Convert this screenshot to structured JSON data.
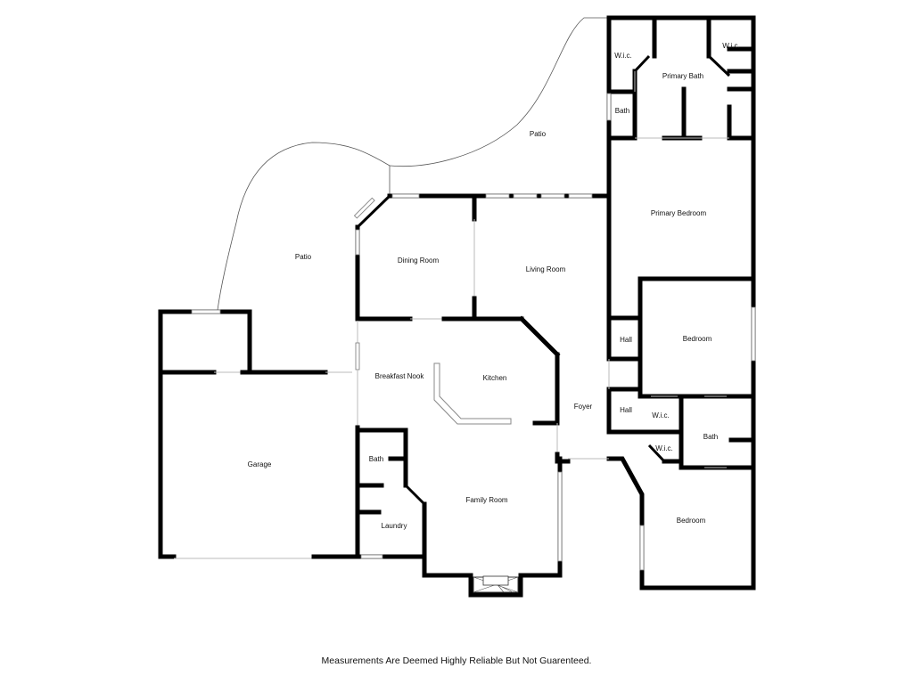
{
  "rooms": {
    "wic_left": "W.i.c.",
    "wic_right": "W.i.c.",
    "primary_bath": "Primary Bath",
    "bath_primary": "Bath",
    "patio_top": "Patio",
    "primary_bedroom": "Primary Bedroom",
    "dining_room": "Dining Room",
    "living_room": "Living Room",
    "patio_left": "Patio",
    "hall_upper": "Hall",
    "bedroom_upper": "Bedroom",
    "breakfast_nook": "Breakfast Nook",
    "kitchen": "Kitchen",
    "foyer": "Foyer",
    "hall_lower": "Hall",
    "wic_bedroom_upper": "W.i.c.",
    "bath_bedrooms": "Bath",
    "wic_bedroom_lower": "W.i.c.",
    "garage": "Garage",
    "bath_laundry": "Bath",
    "family_room": "Family Room",
    "laundry": "Laundry",
    "bedroom_lower": "Bedroom"
  },
  "footer": "Measurements Are Deemed Highly Reliable But Not Guarenteed."
}
